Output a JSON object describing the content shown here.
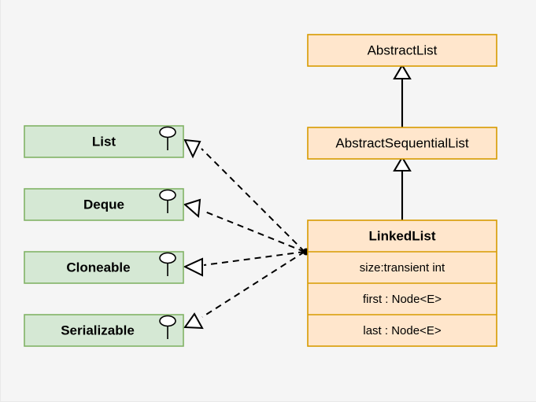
{
  "diagram": {
    "type": "uml-class-diagram",
    "background_color": "#f5f5f5",
    "class_fill_color": "#ffe6cc",
    "class_border_color": "#d79b00",
    "interface_fill_color": "#d5e8d4",
    "interface_border_color": "#82b366"
  },
  "classes": [
    {
      "name": "AbstractList",
      "title": "AbstractList",
      "attributes": []
    },
    {
      "name": "AbstractSequentialList",
      "title": "AbstractSequentialList",
      "attributes": []
    },
    {
      "name": "LinkedList",
      "title": "LinkedList",
      "attributes": [
        "size:transient int",
        "first : Node<E>",
        "last : Node<E>"
      ]
    }
  ],
  "interfaces": [
    {
      "title": "List",
      "icon": "interface-lollipop-icon"
    },
    {
      "title": "Deque",
      "icon": "interface-lollipop-icon"
    },
    {
      "title": "Cloneable",
      "icon": "interface-lollipop-icon"
    },
    {
      "title": "Serializable",
      "icon": "interface-lollipop-icon"
    }
  ],
  "relationships": {
    "generalizations": [
      {
        "from": "AbstractSequentialList",
        "to": "AbstractList",
        "style": "solid-hollow-triangle"
      },
      {
        "from": "LinkedList",
        "to": "AbstractSequentialList",
        "style": "solid-hollow-triangle"
      }
    ],
    "realizations": [
      {
        "from": "LinkedList",
        "to": "List",
        "style": "dashed-hollow-triangle"
      },
      {
        "from": "LinkedList",
        "to": "Deque",
        "style": "dashed-hollow-triangle"
      },
      {
        "from": "LinkedList",
        "to": "Cloneable",
        "style": "dashed-hollow-triangle"
      },
      {
        "from": "LinkedList",
        "to": "Serializable",
        "style": "dashed-hollow-triangle"
      }
    ]
  }
}
